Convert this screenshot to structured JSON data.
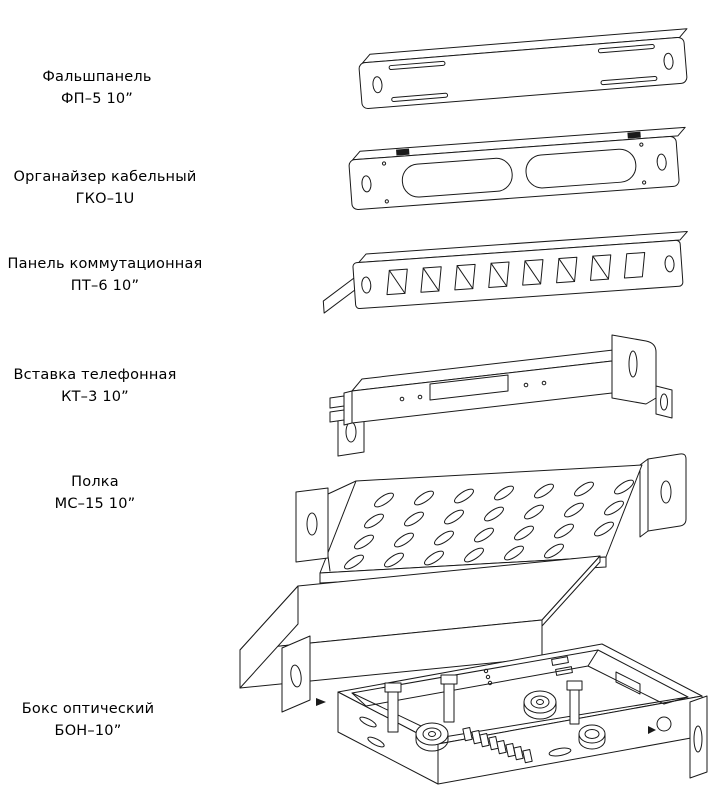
{
  "colors": {
    "background": "#ffffff",
    "line": "#1a1a1a",
    "text": "#000000"
  },
  "components": [
    {
      "name": "Фальшпанель",
      "model": "ФП–5 10”"
    },
    {
      "name": "Органайзер кабельный",
      "model": "ГКО–1U"
    },
    {
      "name": "Панель коммутационная",
      "model": "ПТ–6 10”"
    },
    {
      "name": "Вставка телефонная",
      "model": "КТ–3 10”"
    },
    {
      "name": "Полка",
      "model": "МС–15 10”"
    },
    {
      "name": "Бокс оптический",
      "model": "БОН–10”"
    }
  ]
}
